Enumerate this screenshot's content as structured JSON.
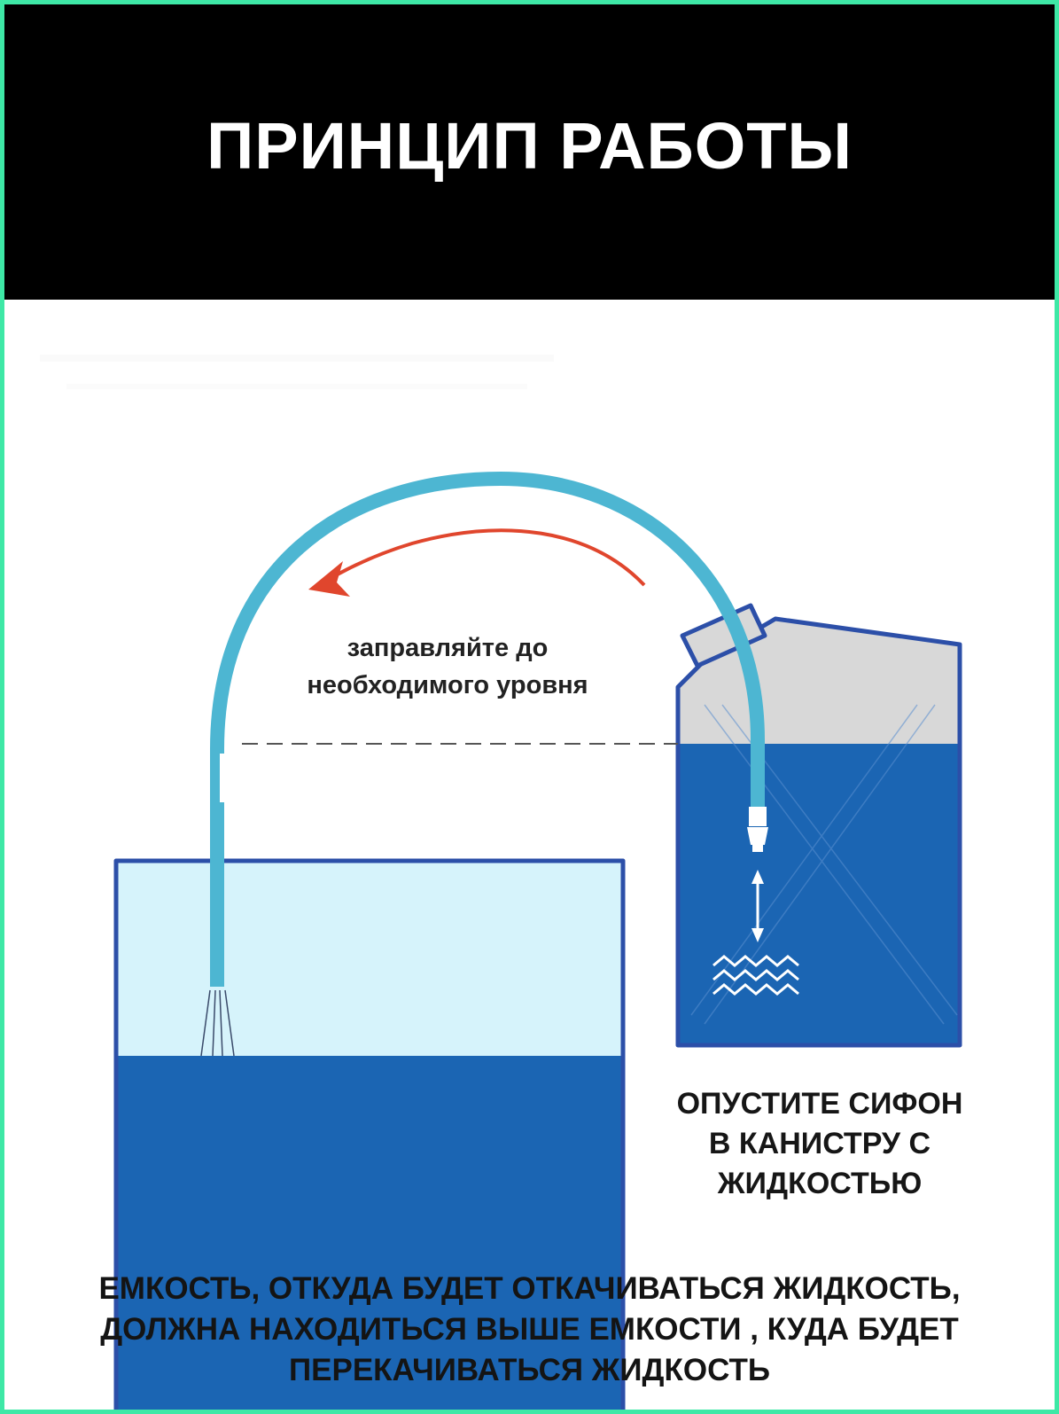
{
  "header": {
    "title": "ПРИНЦИП РАБОТЫ"
  },
  "diagram": {
    "fill_hint_lines": [
      "заправляйте до",
      "необходимого уровня"
    ],
    "canister_caption_lines": [
      "ОПУСТИТЕ СИФОН",
      "В КАНИСТРУ С",
      "ЖИДКОСТЬЮ"
    ],
    "footer_lines": [
      "ЕМКОСТЬ, ОТКУДА БУДЕТ ОТКАЧИВАТЬСЯ ЖИДКОСТЬ,",
      "ДОЛЖНА НАХОДИТЬСЯ ВЫШЕ ЕМКОСТИ , КУДА БУДЕТ",
      "ПЕРЕКАЧИВАТЬСЯ ЖИДКОСТЬ"
    ],
    "colors": {
      "header_background": "#000000",
      "frame_border": "#3ee8a6",
      "tube": "#4db6d2",
      "liquid": "#1b65b3",
      "container_outline": "#2c4fa8",
      "empty_container": "#d6f3fb",
      "air_space": "#d8d8d8",
      "flow_arrow": "#e0462d",
      "level_line": "#555555"
    },
    "icons": [
      "flow-direction-arrow-icon",
      "up-down-arrow-icon",
      "liquid-waves-icon",
      "siphon-valve-icon"
    ]
  }
}
